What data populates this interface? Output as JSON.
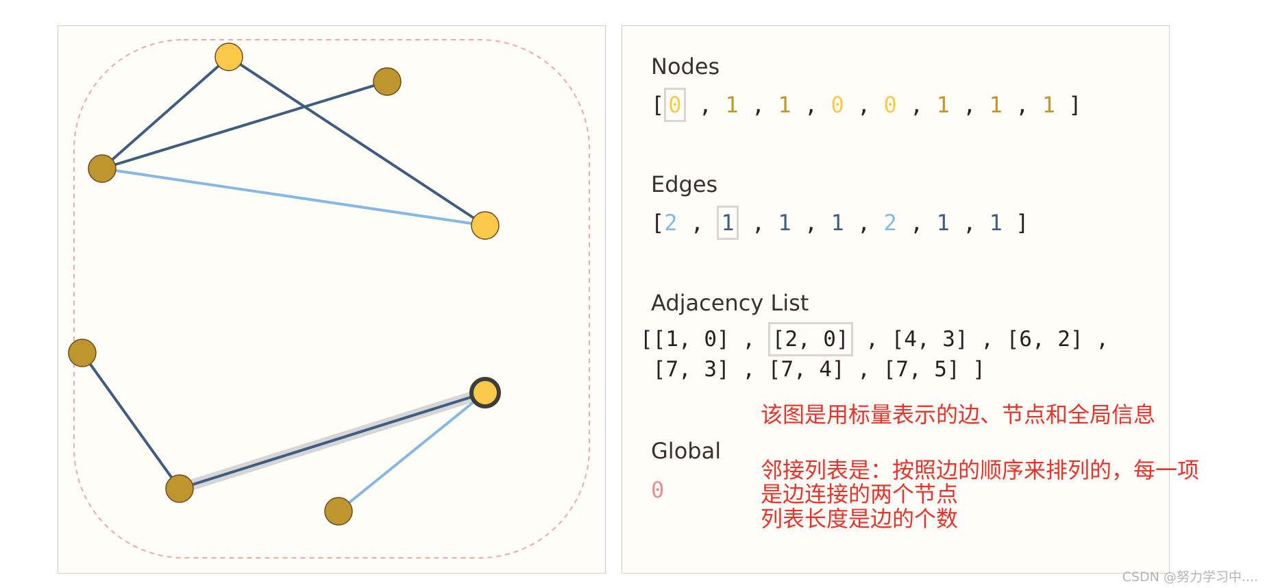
{
  "graph": {
    "nodes": [
      {
        "id": 0,
        "value": 0
      },
      {
        "id": 1,
        "value": 1
      },
      {
        "id": 2,
        "value": 1
      },
      {
        "id": 3,
        "value": 0
      },
      {
        "id": 4,
        "value": 0
      },
      {
        "id": 5,
        "value": 1
      },
      {
        "id": 6,
        "value": 1
      },
      {
        "id": 7,
        "value": 1
      }
    ],
    "edges": [
      {
        "source": 1,
        "target": 0,
        "value": 2
      },
      {
        "source": 2,
        "target": 0,
        "value": 1
      },
      {
        "source": 4,
        "target": 3,
        "value": 1
      },
      {
        "source": 6,
        "target": 2,
        "value": 1
      },
      {
        "source": 7,
        "target": 3,
        "value": 2
      },
      {
        "source": 7,
        "target": 4,
        "value": 1
      },
      {
        "source": 7,
        "target": 5,
        "value": 1
      }
    ],
    "highlighted_node": 0,
    "highlighted_edge": 1
  },
  "colors": {
    "node_value_0": "#fbc94a",
    "node_value_1": "#bf962e",
    "edge_value_1": "#3f5d80",
    "edge_value_2": "#86b8e6",
    "global_value": "#e78f8f",
    "boundary": "#f0a8a2",
    "highlight": "#d6d6d6",
    "annotation": "#e8322a"
  },
  "info": {
    "nodes_title": "Nodes",
    "nodes_values": [
      "0",
      "1",
      "1",
      "0",
      "0",
      "1",
      "1",
      "1"
    ],
    "edges_title": "Edges",
    "edges_values": [
      "2",
      "1",
      "1",
      "1",
      "2",
      "1",
      "1"
    ],
    "adjacency_title": "Adjacency List",
    "adjacency_pairs": [
      "[1, 0]",
      "[2, 0]",
      "[4, 3]",
      "[6, 2]",
      "[7, 3]",
      "[7, 4]",
      "[7, 5]"
    ],
    "global_title": "Global",
    "global_value": "0"
  },
  "annotations": {
    "line1": "该图是用标量表示的边、节点和全局信息",
    "line2": "邻接列表是：按照边的顺序来排列的，每一项",
    "line3": "是边连接的两个节点",
    "line4": "列表长度是边的个数"
  },
  "watermark": "CSDN @努力学习中...."
}
